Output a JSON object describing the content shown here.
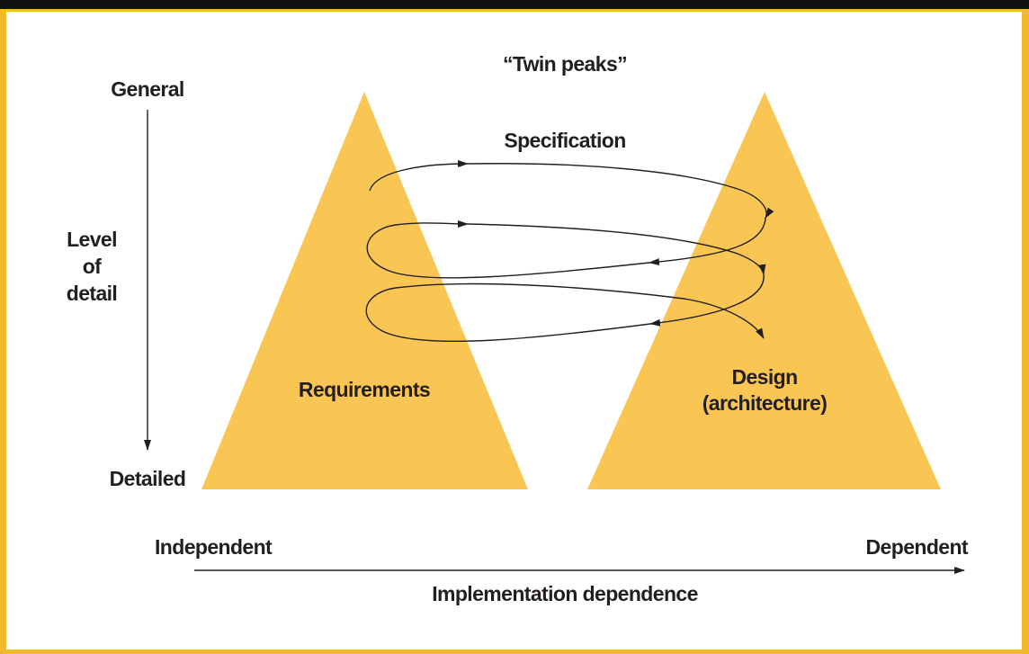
{
  "diagram": {
    "title": "“Twin peaks”",
    "flow_label": "Specification",
    "vertical_axis": {
      "top_label": "General",
      "middle_label": [
        "Level",
        "of",
        "detail"
      ],
      "bottom_label": "Detailed"
    },
    "horizontal_axis": {
      "left_label": "Independent",
      "right_label": "Dependent",
      "caption": "Implementation dependence"
    },
    "peaks": [
      {
        "label": [
          "Requirements"
        ]
      },
      {
        "label": [
          "Design",
          "(architecture)"
        ]
      }
    ],
    "colors": {
      "peak_fill": "#fac653",
      "line": "#231f20",
      "frame": "#f3b82d",
      "background": "#ffffff"
    }
  }
}
